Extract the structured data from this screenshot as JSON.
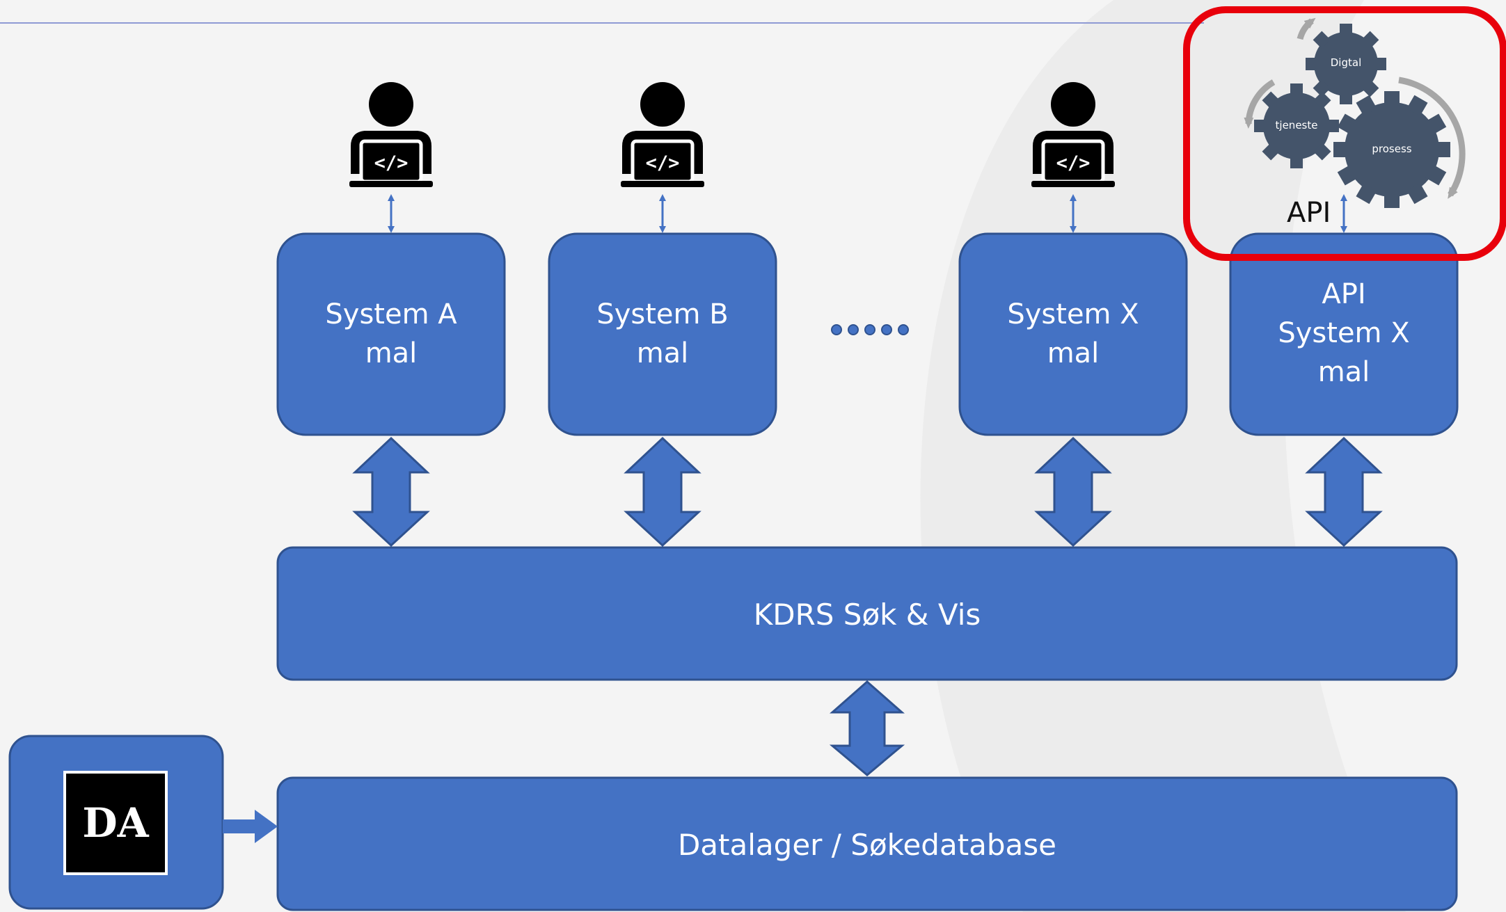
{
  "systems": [
    {
      "title": "System A",
      "subtitle": "mal"
    },
    {
      "title": "System B",
      "subtitle": "mal"
    },
    {
      "title": "System X",
      "subtitle": "mal"
    },
    {
      "title": "API",
      "subtitle": "System X",
      "extra": "mal"
    }
  ],
  "ellipsis": "•••••",
  "search_bar": "KDRS Søk & Vis",
  "datastore": "Datalager / Søkedatabase",
  "da_logo": "DA",
  "api_label": "API",
  "gears": [
    "Digtal",
    "tjeneste",
    "prosess"
  ],
  "colors": {
    "box_fill": "#4472c4",
    "box_border": "#2f528f",
    "highlight": "#e8000b",
    "gear": "#44546a",
    "cycle_arrow": "#a6a6a6",
    "user_icon": "#000000",
    "background": "#f4f4f4"
  },
  "icons": [
    "developer-laptop-icon",
    "gear-icon",
    "double-arrow-icon",
    "cycle-arrow-icon"
  ]
}
